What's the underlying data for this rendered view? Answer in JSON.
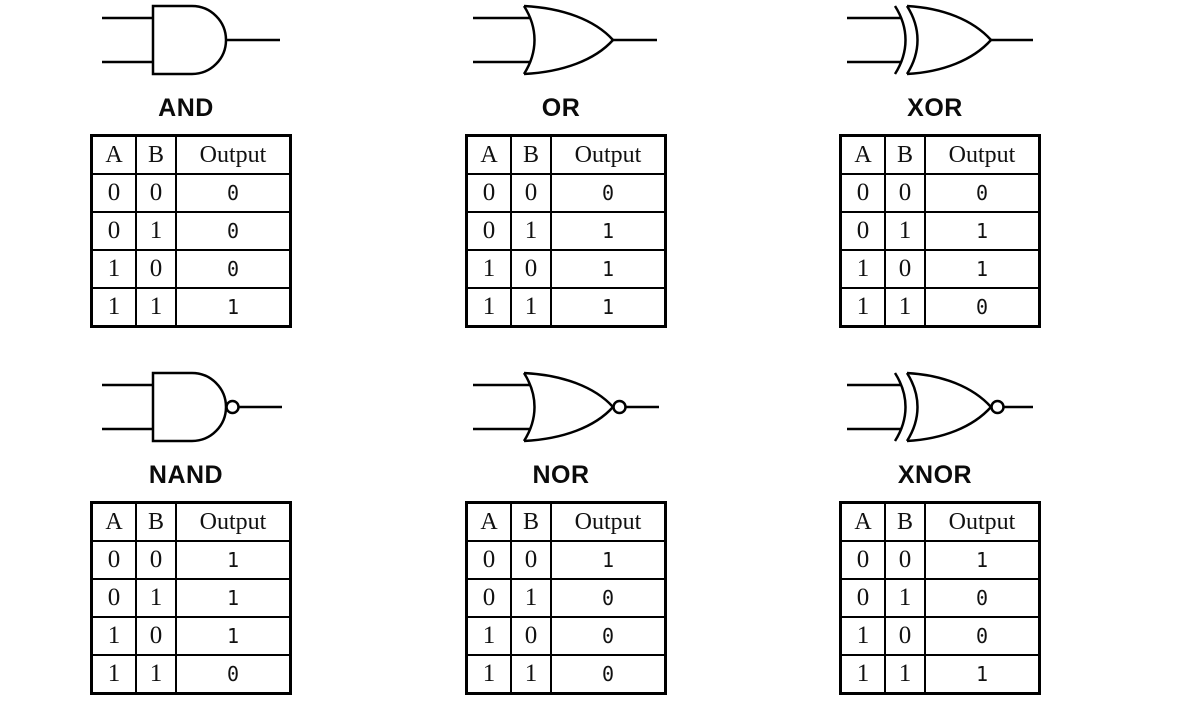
{
  "table": {
    "headers": [
      "A",
      "B",
      "Output"
    ]
  },
  "gates": [
    {
      "name": "AND",
      "icon": "and-gate-icon",
      "rows": [
        [
          "0",
          "0",
          "0"
        ],
        [
          "0",
          "1",
          "0"
        ],
        [
          "1",
          "0",
          "0"
        ],
        [
          "1",
          "1",
          "1"
        ]
      ]
    },
    {
      "name": "OR",
      "icon": "or-gate-icon",
      "rows": [
        [
          "0",
          "0",
          "0"
        ],
        [
          "0",
          "1",
          "1"
        ],
        [
          "1",
          "0",
          "1"
        ],
        [
          "1",
          "1",
          "1"
        ]
      ]
    },
    {
      "name": "XOR",
      "icon": "xor-gate-icon",
      "rows": [
        [
          "0",
          "0",
          "0"
        ],
        [
          "0",
          "1",
          "1"
        ],
        [
          "1",
          "0",
          "1"
        ],
        [
          "1",
          "1",
          "0"
        ]
      ]
    },
    {
      "name": "NAND",
      "icon": "nand-gate-icon",
      "rows": [
        [
          "0",
          "0",
          "1"
        ],
        [
          "0",
          "1",
          "1"
        ],
        [
          "1",
          "0",
          "1"
        ],
        [
          "1",
          "1",
          "0"
        ]
      ]
    },
    {
      "name": "NOR",
      "icon": "nor-gate-icon",
      "rows": [
        [
          "0",
          "0",
          "1"
        ],
        [
          "0",
          "1",
          "0"
        ],
        [
          "1",
          "0",
          "0"
        ],
        [
          "1",
          "1",
          "0"
        ]
      ]
    },
    {
      "name": "XNOR",
      "icon": "xnor-gate-icon",
      "rows": [
        [
          "0",
          "0",
          "1"
        ],
        [
          "0",
          "1",
          "0"
        ],
        [
          "1",
          "0",
          "0"
        ],
        [
          "1",
          "1",
          "1"
        ]
      ]
    }
  ],
  "colors": {
    "line": "#000000",
    "background": "#ffffff",
    "text": "#111111"
  }
}
